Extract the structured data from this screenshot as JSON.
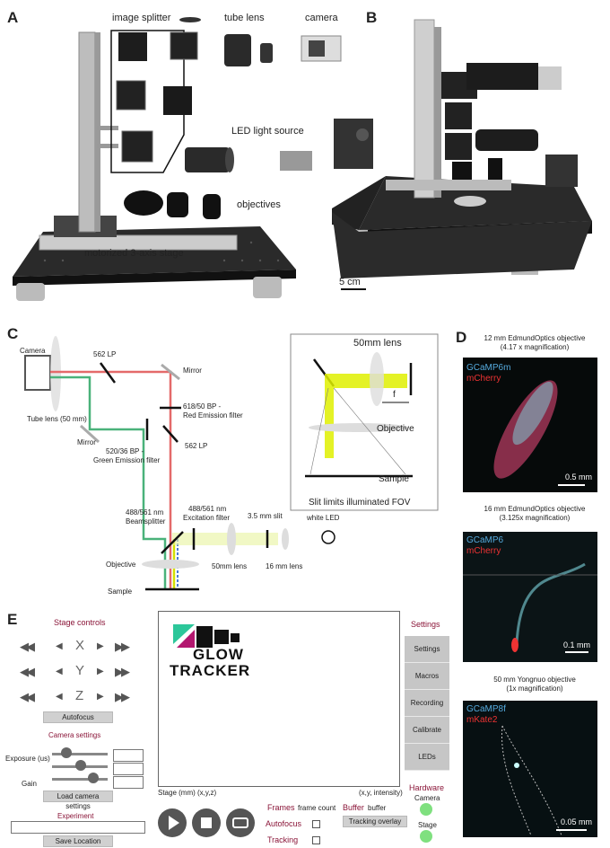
{
  "panel_labels": {
    "a": "A",
    "b": "B",
    "c": "C",
    "d": "D",
    "e": "E"
  },
  "panel_a": {
    "image_splitter": "image splitter",
    "tube_lens": "tube lens",
    "camera": "camera",
    "led": "LED light source",
    "objectives": "objectives",
    "stage": "motorized 3-axis stage"
  },
  "scale_bar": "5 cm",
  "panel_c": {
    "camera": "Camera",
    "lp562_top": "562 LP",
    "mirror_top": "Mirror",
    "bp_red": "618/50 BP -",
    "bp_red2": "Red Emission filter",
    "tube_lens": "Tube lens (50 mm)",
    "mirror_left": "Mirror",
    "bp_green": "520/36 BP -",
    "bp_green2": "Green Emission filter",
    "lp562_mid": "562 LP",
    "beamsplitter": "488/561 nm",
    "beamsplitter2": "Beamsplitter",
    "excitation": "488/561 nm",
    "excitation2": "Excitation filter",
    "slit": "3.5 mm slit",
    "white_led": "white LED",
    "objective": "Objective",
    "lens50": "50mm lens",
    "lens16": "16 mm lens",
    "sample": "Sample",
    "inset_lens": "50mm lens",
    "inset_f": "f",
    "inset_objective": "Objective",
    "inset_sample": "Sample",
    "inset_caption": "Slit limits illuminated FOV"
  },
  "panel_d": [
    {
      "title1": "12 mm EdmundOptics objective",
      "title2": "(4.17 x magnification)",
      "ch1": "GCaMP6m",
      "ch2": "mCherry",
      "scale": "0.5 mm"
    },
    {
      "title1": "16 mm EdmundOptics objective",
      "title2": "(3.125x magnification)",
      "ch1": "GCaMP6",
      "ch2": "mCherry",
      "scale": "0.1 mm"
    },
    {
      "title1": "50 mm Yongnuo objective",
      "title2": "(1x magnification)",
      "ch1": "GCaMP8f",
      "ch2": "mKate2",
      "scale": "0.05 mm"
    }
  ],
  "panel_e": {
    "stage_controls": "Stage controls",
    "axes": [
      "X",
      "Y",
      "Z"
    ],
    "autofocus_btn": "Autofocus",
    "camera_settings": "Camera settings",
    "exposure": "Exposure (us)",
    "gain": "Gain",
    "load_camera": "Load camera settings",
    "experiment": "Experiment",
    "save_location": "Save Location",
    "logo_line1": "GLOW",
    "logo_line2": "TRACKER",
    "stage_readout": "Stage (mm) (x,y,z)",
    "intensity_readout": "(x,y, intensity)",
    "frames": "Frames",
    "frame_count": "frame count",
    "buffer": "Buffer",
    "buffer_val": "buffer",
    "autofocus": "Autofocus",
    "tracking": "Tracking",
    "tracking_overlay": "Tracking overlay",
    "settings_title": "Settings",
    "side_buttons": [
      "Settings",
      "Macros",
      "Recording",
      "Calibrate",
      "LEDs"
    ],
    "hardware": "Hardware",
    "hw_camera": "Camera",
    "hw_stage": "Stage"
  },
  "colors": {
    "accent": "#8a1538",
    "red_path": "#e04646",
    "green_path": "#3cb371",
    "yellow_path": "#d4e000",
    "blue_path": "#4a7bd0",
    "logo_green": "#2cc79a",
    "logo_magenta": "#b3166f"
  }
}
